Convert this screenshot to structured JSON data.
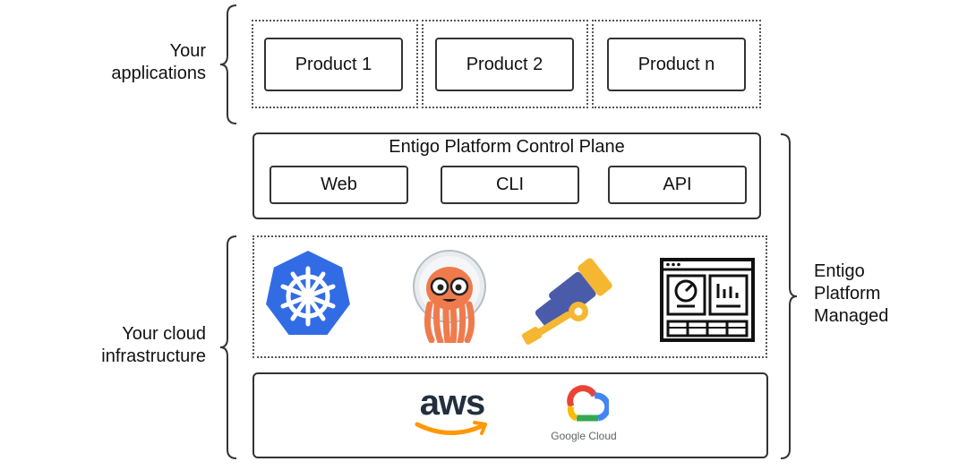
{
  "labels": {
    "apps": [
      "Your",
      "applications"
    ],
    "cloud": [
      "Your cloud",
      "infrastructure"
    ],
    "managed": [
      "Entigo",
      "Platform",
      "Managed"
    ]
  },
  "products": [
    "Product 1",
    "Product 2",
    "Product n"
  ],
  "control_plane": {
    "title": "Entigo Platform Control Plane",
    "items": [
      "Web",
      "CLI",
      "API"
    ]
  },
  "tools": [
    "kubernetes-icon",
    "argo-icon",
    "telescope-icon",
    "dashboard-icon"
  ],
  "providers": {
    "aws": "aws",
    "google_cloud": "Google Cloud"
  },
  "colors": {
    "kubernetes": "#326CE5",
    "argo": "#EF7B4D",
    "telescope_blue": "#4A5BAA",
    "telescope_yellow": "#F5B731",
    "aws_text": "#232F3E",
    "aws_smile": "#FF9900",
    "google_blue": "#4285F4",
    "google_red": "#EA4335",
    "google_yellow": "#FBBC05",
    "google_green": "#34A853"
  }
}
